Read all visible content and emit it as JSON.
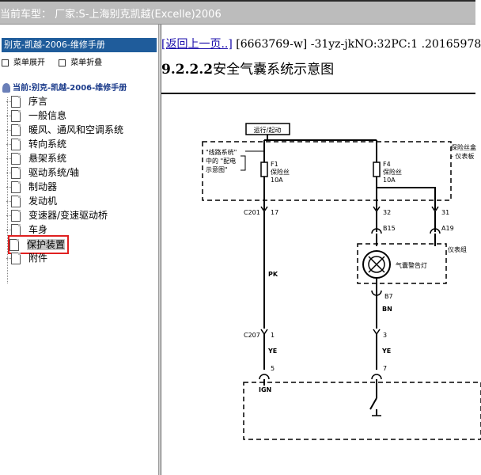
{
  "window": {
    "title": "当前车型：  厂家:S-上海别克凯越(Excelle)2006"
  },
  "sidebar": {
    "manual_title": "别克-凯越-2006-维修手册",
    "expand_label": "菜单展开",
    "collapse_label": "菜单折叠",
    "current": "当前:别克-凯越-2006-维修手册",
    "items": [
      {
        "label": "序言"
      },
      {
        "label": "一般信息"
      },
      {
        "label": "暖风、通风和空调系统"
      },
      {
        "label": "转向系统"
      },
      {
        "label": "悬架系统"
      },
      {
        "label": "驱动系统/轴"
      },
      {
        "label": "制动器"
      },
      {
        "label": "发动机"
      },
      {
        "label": "变速器/变速驱动桥"
      },
      {
        "label": "车身"
      },
      {
        "label": "保护装置"
      },
      {
        "label": "附件"
      }
    ],
    "selected_index": 10
  },
  "content": {
    "back_link": "[返回上一页..]",
    "doc_id": "[6663769-w] -31yz-jkNO:32PC:1 .20165978",
    "section_number": "9.2.2.2",
    "section_title": "安全气囊系统示意图"
  },
  "diagram": {
    "run_start": "运行/起动",
    "left_note_1": "\"线路系统\"",
    "left_note_2": "中的 \"配电",
    "left_note_3": "示意图\"",
    "right_note_1": "保险丝盒",
    "right_note_2": "- 仪表板",
    "f1": "F1",
    "f1_name": "保险丝",
    "f1_rating": "10A",
    "f4": "F4",
    "f4_name": "保险丝",
    "f4_rating": "10A",
    "c201": "C201",
    "pin17": "17",
    "pin32": "32",
    "pin31": "31",
    "b15": "B15",
    "a19": "A19",
    "cluster": "仪表组",
    "warning_lamp": "气囊警告灯",
    "b7": "B7",
    "wire_bn": "BN",
    "wire_pk": "PK",
    "c207": "C207",
    "pin1": "1",
    "pin3": "3",
    "wire_ye1": "YE",
    "wire_ye2": "YE",
    "pin5": "5",
    "pin7": "7",
    "ign": "IGN"
  }
}
